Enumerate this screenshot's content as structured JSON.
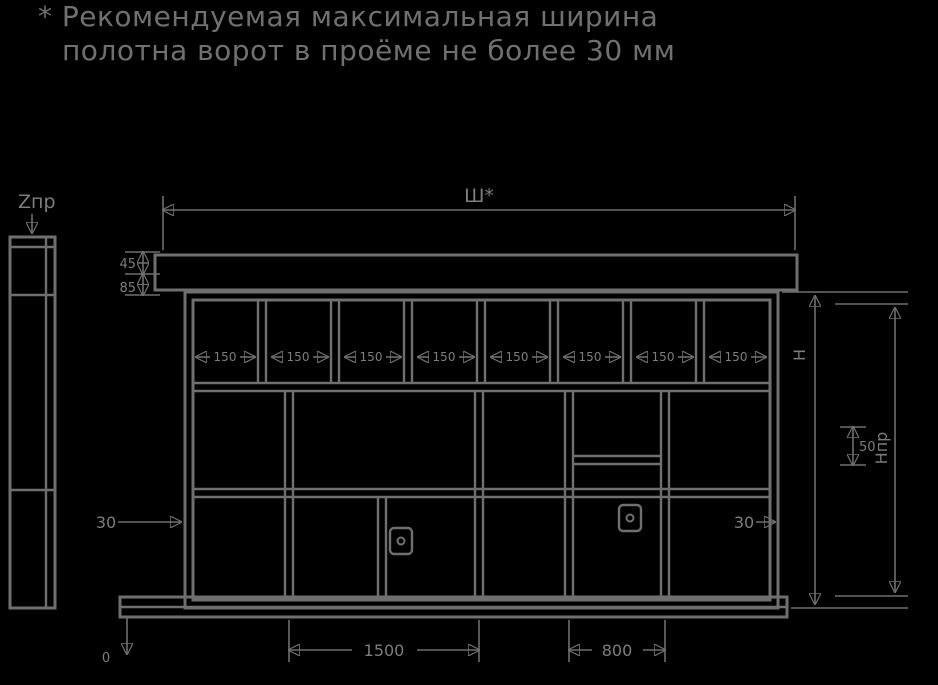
{
  "note": {
    "line1": "* Рекомендуемая максимальная ширина",
    "line2": "полотна ворот в проёме не более 30 мм"
  },
  "labels": {
    "post_gap": "Zпр",
    "top_width": "Ш*",
    "left_upper_small": "45",
    "left_lower_small": "85",
    "left_gap": "30",
    "right_gap": "30",
    "panel_cells": [
      "150",
      "150",
      "150",
      "150",
      "150",
      "150",
      "150",
      "150"
    ],
    "bottom_left_width": "1500",
    "bottom_right_width": "800",
    "height_inner": "Н",
    "height_outer": "Нпр",
    "right_small": "50",
    "level_mark": "0"
  },
  "colors": {
    "background": "#000000",
    "line": "#6f6f6f",
    "text": "#7d7d7d"
  }
}
